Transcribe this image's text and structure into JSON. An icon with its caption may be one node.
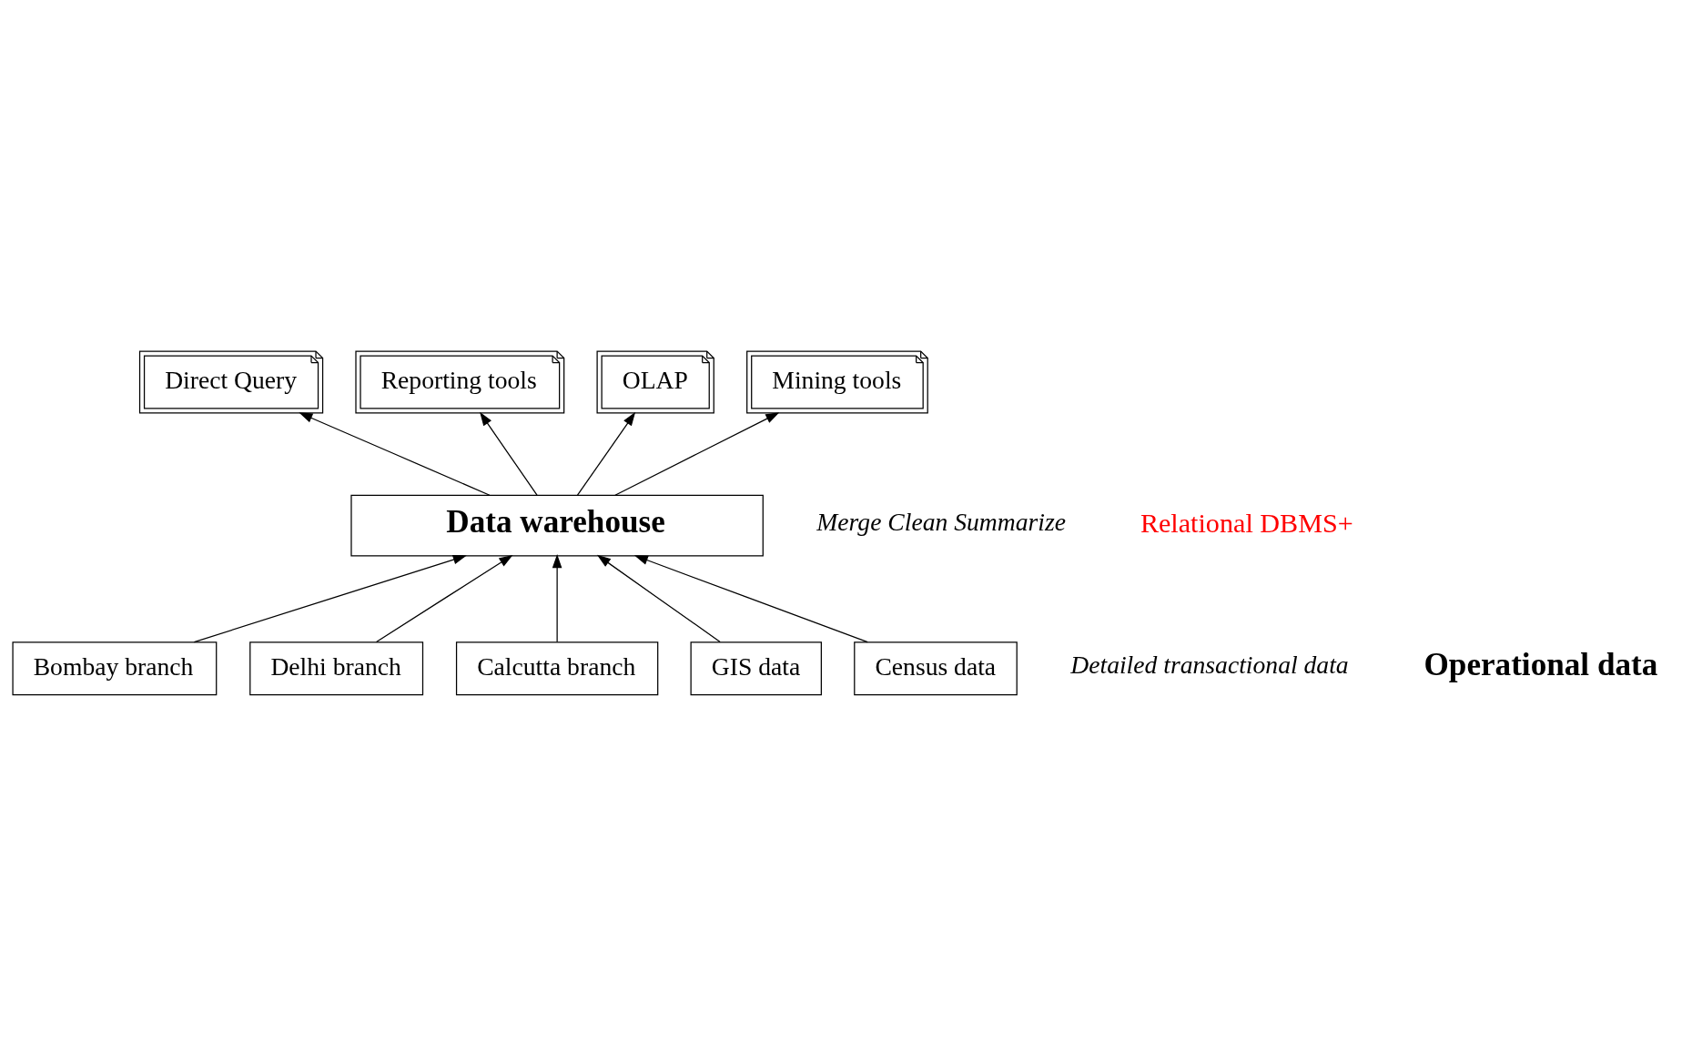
{
  "diagram": {
    "nodes": [
      {
        "text": [
          "Direct Query"
        ]
      },
      {
        "text": [
          "Reporting tools"
        ]
      },
      {
        "text": [
          "OLAP"
        ]
      },
      {
        "text": [
          "Mining tools"
        ]
      },
      {
        "text": [
          "Data warehouse"
        ]
      },
      {
        "text": [
          "Bombay branch"
        ]
      },
      {
        "text": [
          "Delhi branch"
        ]
      },
      {
        "text": [
          "Calcutta branch"
        ]
      },
      {
        "text": [
          "GIS data"
        ]
      },
      {
        "text": [
          "Census data"
        ]
      }
    ],
    "edges": [
      {
        "from": 4,
        "to": 0,
        "arrow": "to"
      },
      {
        "from": 4,
        "to": 1,
        "arrow": "to"
      },
      {
        "from": 4,
        "to": 2,
        "arrow": "to"
      },
      {
        "from": 4,
        "to": 3,
        "arrow": "to"
      },
      {
        "from": 5,
        "to": 4,
        "arrow": "to"
      },
      {
        "from": 6,
        "to": 4,
        "arrow": "to"
      },
      {
        "from": 7,
        "to": 4,
        "arrow": "to"
      },
      {
        "from": 8,
        "to": 4,
        "arrow": "to"
      },
      {
        "from": 9,
        "to": 4,
        "arrow": "to"
      }
    ],
    "labels": [
      "Merge Clean Summarize",
      "Relational DBMS+",
      "Detailed transactional data",
      "Operational data"
    ]
  }
}
